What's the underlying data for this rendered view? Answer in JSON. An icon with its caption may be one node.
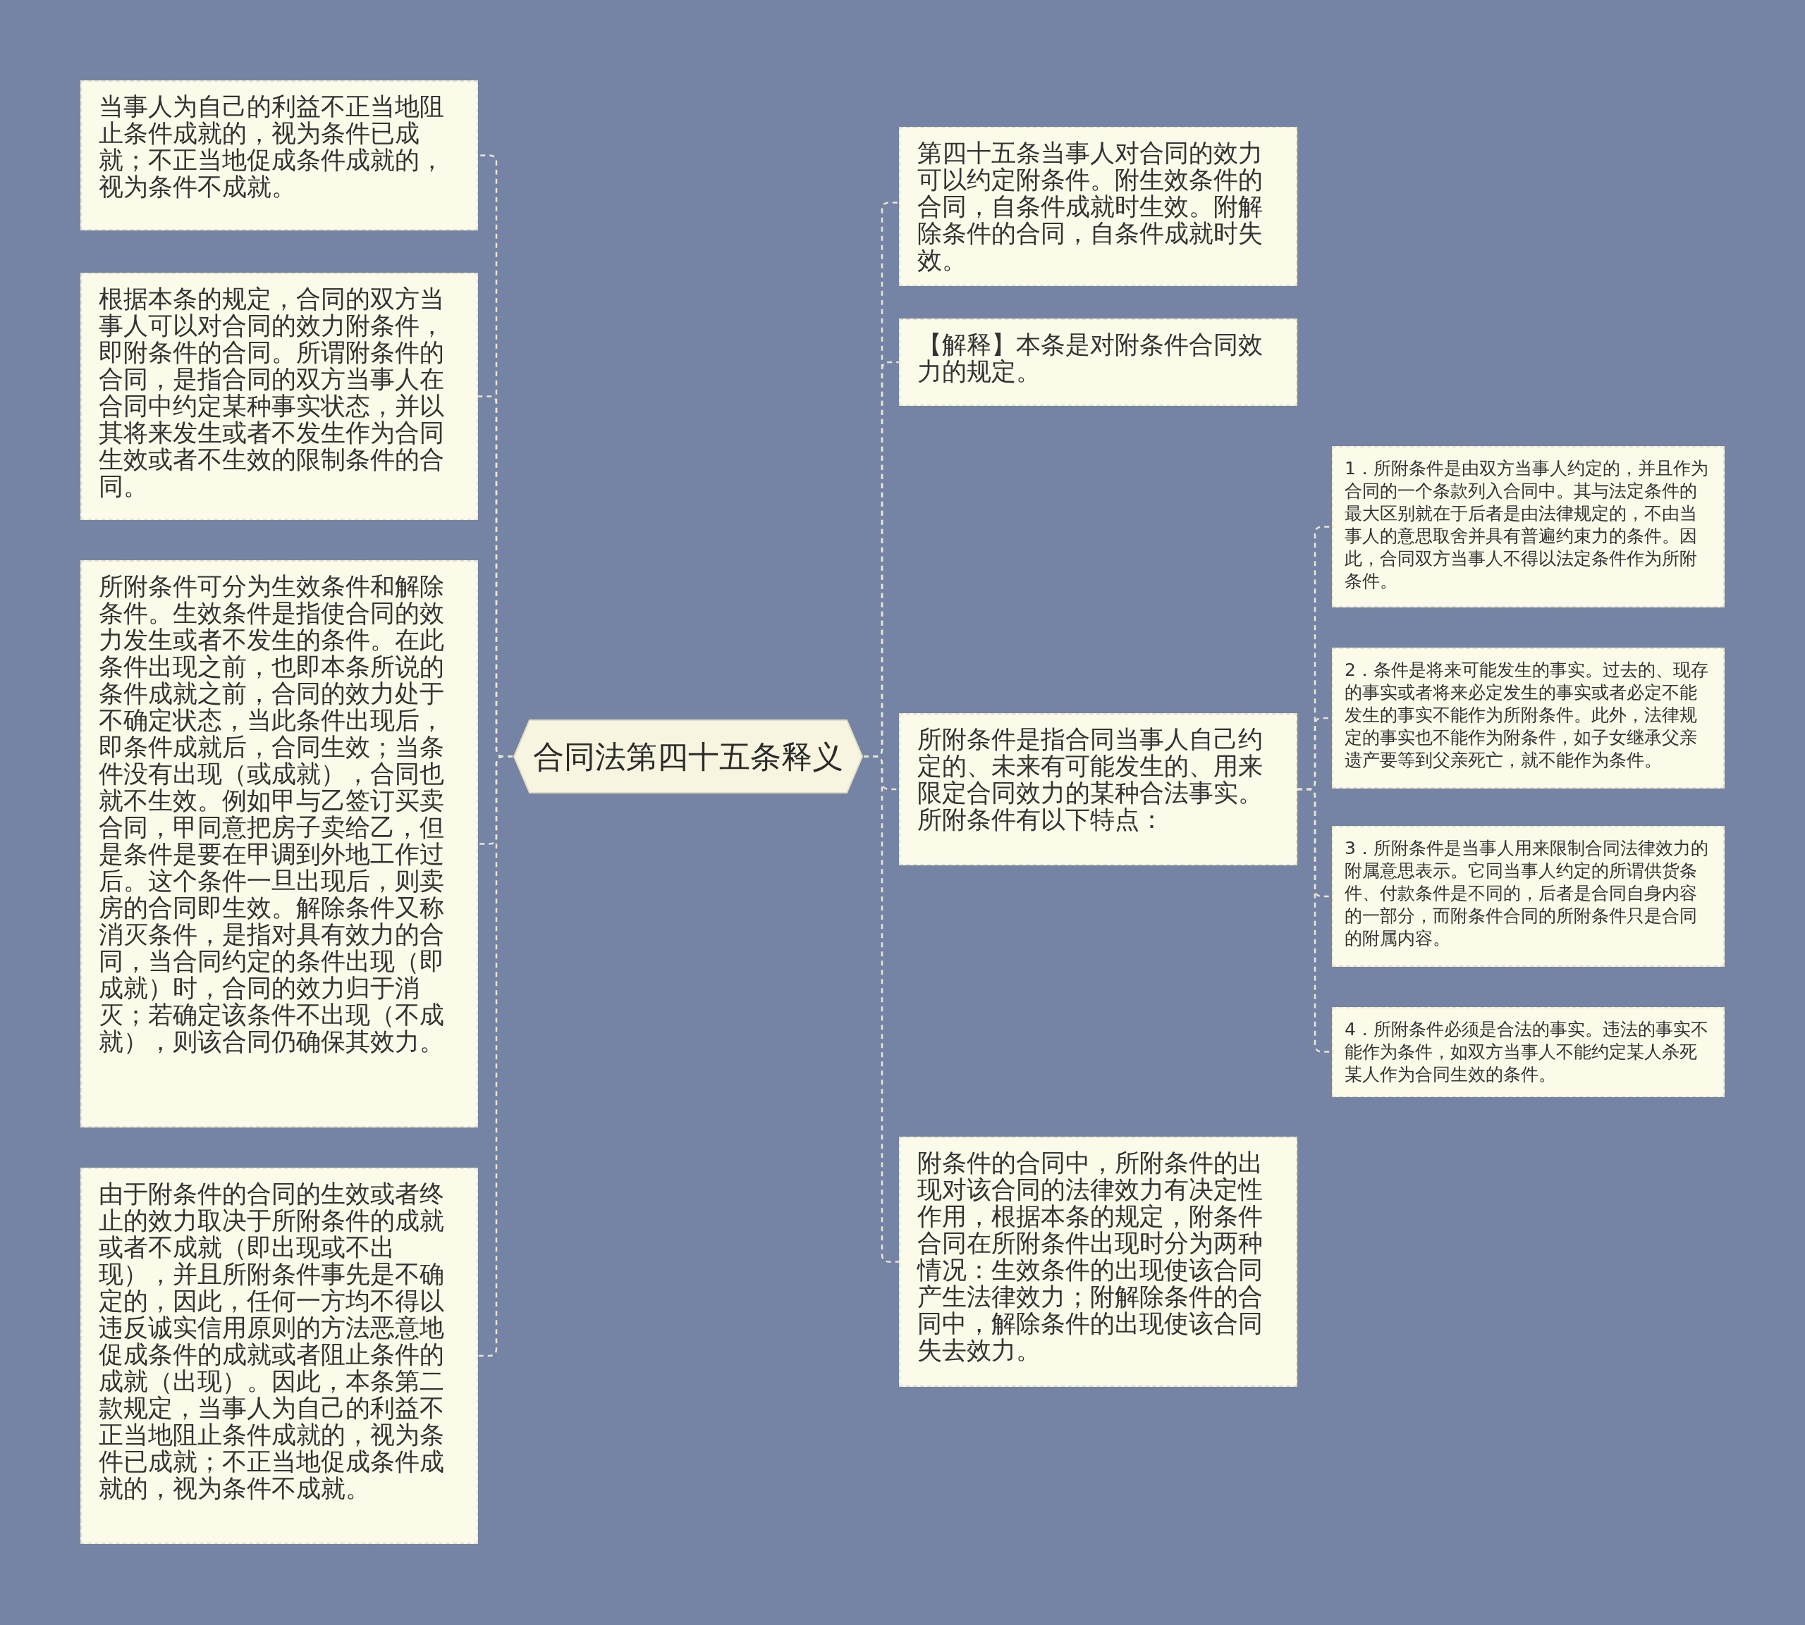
{
  "diagram": {
    "nodes": [
      {
        "text": [
          "合同法第四十五条释义"
        ]
      },
      {
        "text": [
          "当事人为自己的利益不正当地阻止条件成就的，视为条件已成就；不正当地促成条件成就的，视为条件不成就。"
        ]
      },
      {
        "text": [
          "根据本条的规定，合同的双方当事人可以对合同的效力附条件，即附条件的合同。所谓附条件的合同，是指合同的双方当事人在合同中约定某种事实状态，并以其将来发生或者不发生作为合同生效或者不生效的限制条件的合同。"
        ]
      },
      {
        "text": [
          "所附条件可分为生效条件和解除条件。生效条件是指使合同的效力发生或者不发生的条件。在此条件出现之前，也即本条所说的条件成就之前，合同的效力处于不确定状态，当此条件出现后，即条件成就后，合同生效；当条件没有出现（或成就），合同也就不生效。例如甲与乙签订买卖合同，甲同意把房子卖给乙，但是条件是要在甲调到外地工作过后。这个条件一旦出现后，则卖房的合同即生效。解除条件又称消灭条件，是指对具有效力的合同，当合同约定的条件出现（即成就）时，合同的效力归于消灭；若确定该条件不出现（不成就），则该合同仍确保其效力。"
        ]
      },
      {
        "text": [
          "由于附条件的合同的生效或者终止的效力取决于所附条件的成就或者不成就（即出现或不出现），并且所附条件事先是不确定的，因此，任何一方均不得以违反诚实信用原则的方法恶意地促成条件的成就或者阻止条件的成就（出现）。因此，本条第二款规定，当事人为自己的利益不正当地阻止条件成就的，视为条件已成就；不正当地促成条件成就的，视为条件不成就。"
        ]
      },
      {
        "text": [
          "第四十五条当事人对合同的效力可以约定附条件。附生效条件的合同，自条件成就时生效。附解除条件的合同，自条件成就时失效。"
        ]
      },
      {
        "text": [
          "【解释】本条是对附条件合同效力的规定。"
        ]
      },
      {
        "text": [
          "所附条件是指合同当事人自己约定的、未来有可能发生的、用来限定合同效力的某种合法事实。所附条件有以下特点："
        ]
      },
      {
        "text": [
          "附条件的合同中，所附条件的出现对该合同的法律效力有决定性作用，根据本条的规定，附条件合同在所附条件出现时分为两种情况：生效条件的出现使该合同产生法律效力；附解除条件的合同中，解除条件的出现使该合同失去效力。"
        ]
      },
      {
        "text": [
          "1．所附条件是由双方当事人约定的，并且作为合同的一个条款列入合同中。其与法定条件的最大区别就在于后者是由法律规定的，不由当事人的意思取舍并具有普遍约束力的条件。因此，合同双方当事人不得以法定条件作为所附条件。"
        ]
      },
      {
        "text": [
          "2．条件是将来可能发生的事实。过去的、现存的事实或者将来必定发生的事实或者必定不能发生的事实不能作为所附条件。此外，法律规定的事实也不能作为附条件，如子女继承父亲遗产要等到父亲死亡，就不能作为条件。"
        ]
      },
      {
        "text": [
          "3．所附条件是当事人用来限制合同法律效力的附属意思表示。它同当事人约定的所谓供货条件、付款条件是不同的，后者是合同自身内容的一部分，而附条件合同的所附条件只是合同的附属内容。"
        ]
      },
      {
        "text": [
          "4．所附条件必须是合法的事实。违法的事实不能作为条件，如双方当事人不能约定某人杀死某人作为合同生效的条件。"
        ]
      }
    ],
    "edges": [
      {
        "from": 0,
        "to": 1,
        "arrow": "none",
        "style": "dashed"
      },
      {
        "from": 0,
        "to": 2,
        "arrow": "none",
        "style": "dashed"
      },
      {
        "from": 0,
        "to": 3,
        "arrow": "none",
        "style": "dashed"
      },
      {
        "from": 0,
        "to": 4,
        "arrow": "none",
        "style": "dashed"
      },
      {
        "from": 0,
        "to": 5,
        "arrow": "none",
        "style": "dashed"
      },
      {
        "from": 0,
        "to": 6,
        "arrow": "none",
        "style": "dashed"
      },
      {
        "from": 0,
        "to": 7,
        "arrow": "none",
        "style": "dashed"
      },
      {
        "from": 0,
        "to": 8,
        "arrow": "none",
        "style": "dashed"
      },
      {
        "from": 7,
        "to": 9,
        "arrow": "none",
        "style": "dashed"
      },
      {
        "from": 7,
        "to": 10,
        "arrow": "none",
        "style": "dashed"
      },
      {
        "from": 7,
        "to": 11,
        "arrow": "none",
        "style": "dashed"
      },
      {
        "from": 7,
        "to": 12,
        "arrow": "none",
        "style": "dashed"
      }
    ]
  }
}
